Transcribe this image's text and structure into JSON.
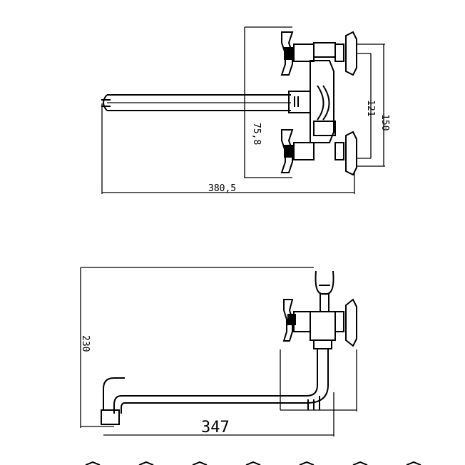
{
  "top_view": {
    "dims": {
      "overall_length": "380,5",
      "outlet_offset": "75,8",
      "body_height": "121",
      "flange_height": "150"
    }
  },
  "side_view": {
    "dims": {
      "height": "230",
      "spout_length": "347"
    }
  }
}
